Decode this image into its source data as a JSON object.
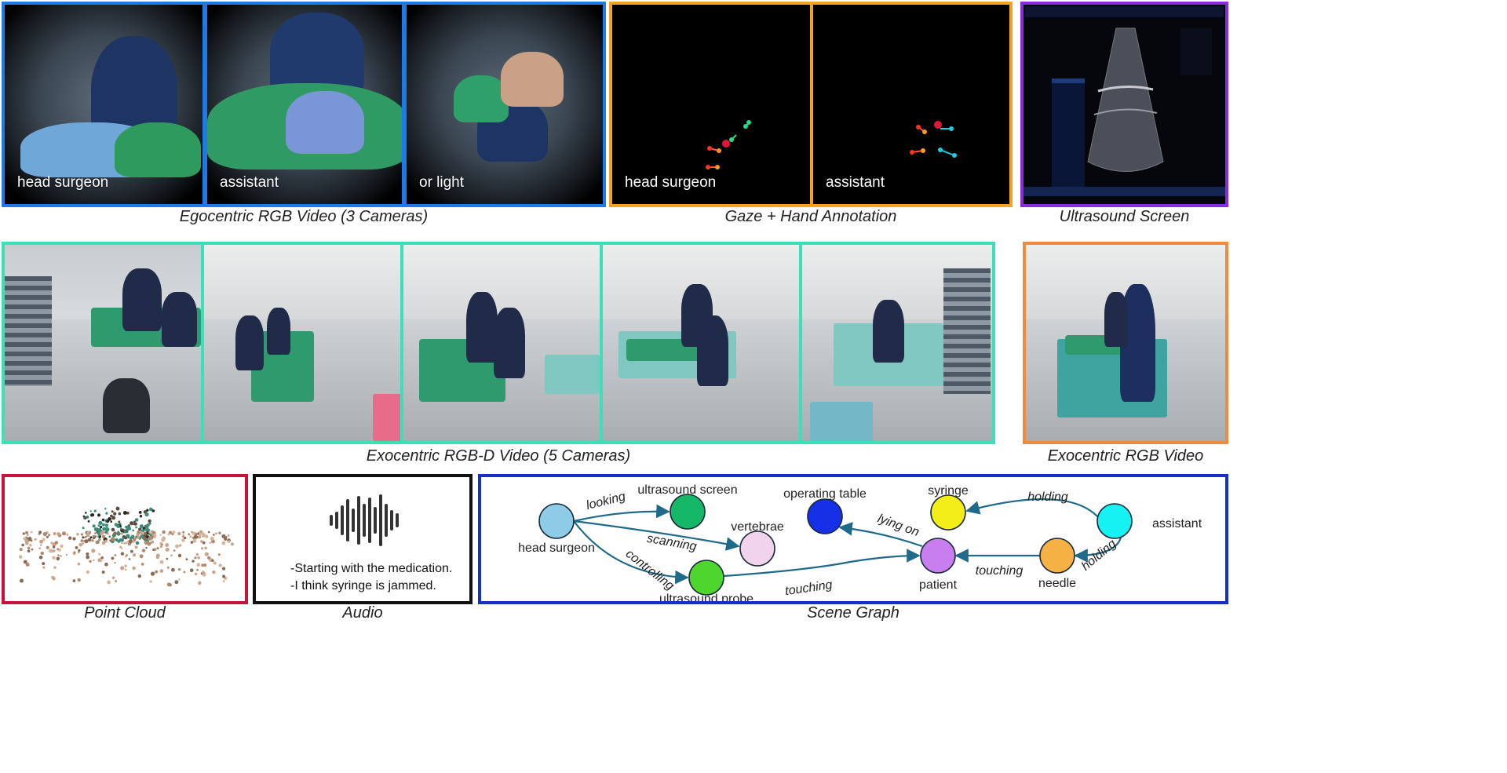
{
  "row1": {
    "ego_tiles": [
      {
        "label": "head surgeon"
      },
      {
        "label": "assistant"
      },
      {
        "label": "or light"
      }
    ],
    "ego_caption": "Egocentric RGB Video (3 Cameras)",
    "gaze_tiles": [
      {
        "label": "head surgeon"
      },
      {
        "label": "assistant"
      }
    ],
    "gaze_caption": "Gaze + Hand Annotation",
    "ultrasound_caption": "Ultrasound Screen"
  },
  "row2": {
    "exo_rgbd_caption": "Exocentric RGB-D Video (5 Cameras)",
    "exo_rgb_caption": "Exocentric RGB Video"
  },
  "row3": {
    "point_cloud_caption": "Point Cloud",
    "audio": {
      "lines": [
        "-Starting with the medication.",
        "-I think syringe is jammed."
      ],
      "caption": "Audio"
    },
    "scene_graph": {
      "caption": "Scene Graph",
      "nodes": [
        {
          "id": "head_surgeon",
          "label": "head surgeon",
          "color": "#8ecbe6"
        },
        {
          "id": "ultrasound_screen",
          "label": "ultrasound screen",
          "color": "#14b866"
        },
        {
          "id": "vertebrae",
          "label": "vertebrae",
          "color": "#f1d3ec"
        },
        {
          "id": "ultrasound_probe",
          "label": "ultrasound probe",
          "color": "#4fd62e"
        },
        {
          "id": "operating_table",
          "label": "operating table",
          "color": "#1530e6"
        },
        {
          "id": "syringe",
          "label": "syringe",
          "color": "#f3ee17"
        },
        {
          "id": "assistant",
          "label": "assistant",
          "color": "#16f2f2"
        },
        {
          "id": "patient",
          "label": "patient",
          "color": "#c97ef0"
        },
        {
          "id": "needle",
          "label": "needle",
          "color": "#f5b144"
        }
      ],
      "edges": [
        {
          "from": "head_surgeon",
          "to": "ultrasound_screen",
          "label": "looking"
        },
        {
          "from": "head_surgeon",
          "to": "vertebrae",
          "label": "scanning"
        },
        {
          "from": "head_surgeon",
          "to": "ultrasound_probe",
          "label": "controlling"
        },
        {
          "from": "ultrasound_probe",
          "to": "patient",
          "label": "touching"
        },
        {
          "from": "patient",
          "to": "operating_table",
          "label": "lying on"
        },
        {
          "from": "assistant",
          "to": "syringe",
          "label": "holding"
        },
        {
          "from": "assistant",
          "to": "needle",
          "label": "holding"
        },
        {
          "from": "needle",
          "to": "patient",
          "label": "touching"
        }
      ]
    }
  },
  "colors": {
    "ego_border": "#1e7ae6",
    "gaze_border": "#f5a31c",
    "ultrasound_border": "#8a2be2",
    "exo_rgbd_border": "#3ce0b8",
    "exo_rgb_border": "#f08a3c",
    "point_cloud_border": "#c8143c",
    "audio_border": "#111111",
    "scene_graph_border": "#1430c8",
    "edge_color": "#1f6a8a"
  }
}
